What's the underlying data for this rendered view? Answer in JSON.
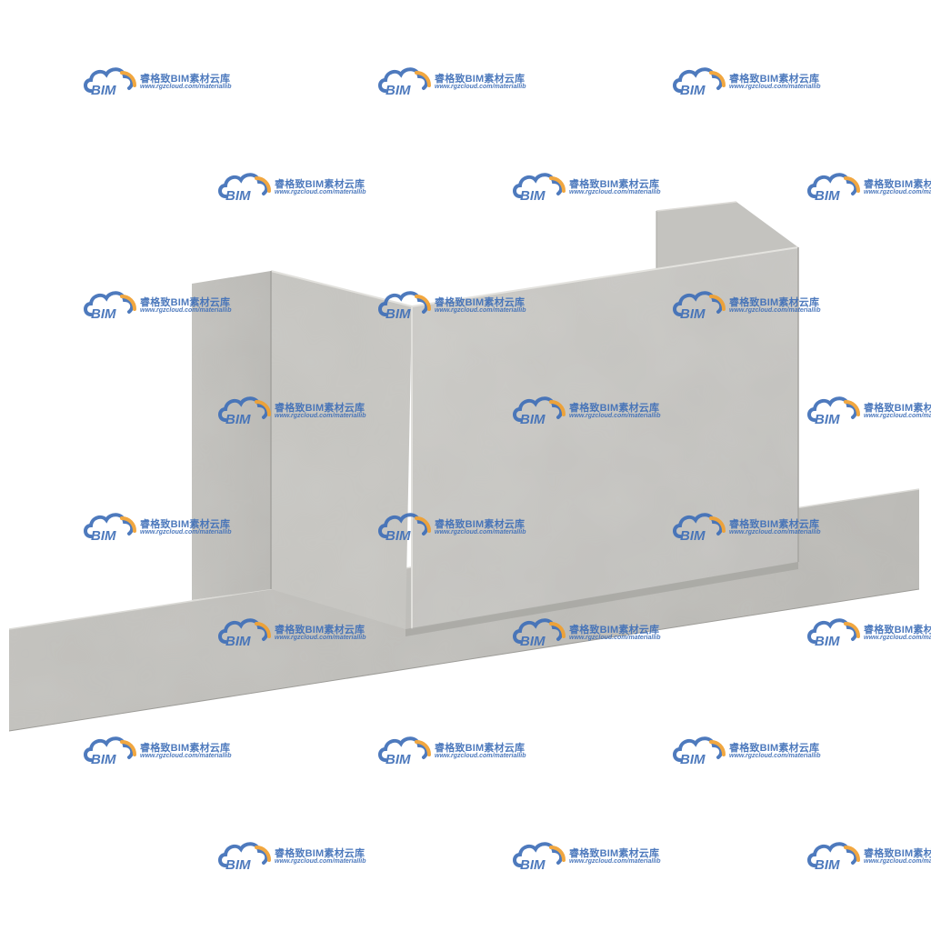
{
  "watermark": {
    "logo_text": "BIM",
    "title": "睿格致BIM素材云库",
    "url": "www.rgzcloud.com/materiallib",
    "colors": {
      "blue": "#3f6fb8",
      "orange": "#f0a030"
    }
  },
  "render": {
    "background": "#ffffff",
    "metal_light": "#c9c8c4",
    "metal_mid": "#bdbcb8",
    "metal_dark": "#a9a8a4"
  }
}
